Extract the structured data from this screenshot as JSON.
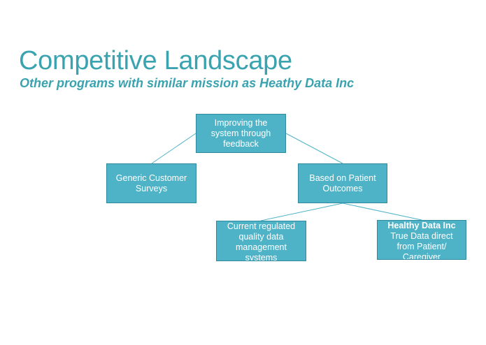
{
  "slide": {
    "title": "Competitive Landscape",
    "subtitle": "Other programs with similar mission as Heathy Data Inc"
  },
  "diagram": {
    "nodes": {
      "root": {
        "lines": [
          "Improving the",
          "system through",
          "feedback"
        ]
      },
      "generic": {
        "lines": [
          "Generic Customer",
          "Surveys"
        ]
      },
      "patient": {
        "lines": [
          "Based on Patient",
          "Outcomes"
        ]
      },
      "current": {
        "lines": [
          "Current regulated",
          "quality data",
          "management",
          "systems"
        ]
      },
      "healthy": {
        "heading": "Healthy Data Inc",
        "lines": [
          "True Data direct",
          "from  Patient/",
          "Caregiver"
        ]
      }
    },
    "edges": [
      {
        "from": "root",
        "to": "generic"
      },
      {
        "from": "root",
        "to": "patient"
      },
      {
        "from": "patient",
        "to": "current"
      },
      {
        "from": "patient",
        "to": "healthy"
      }
    ],
    "colors": {
      "title": "#3aa3b0",
      "node_fill": "#4fb3c8",
      "node_border": "#2f8aa0",
      "node_text": "#ffffff",
      "connector": "#4fb3c8"
    }
  }
}
